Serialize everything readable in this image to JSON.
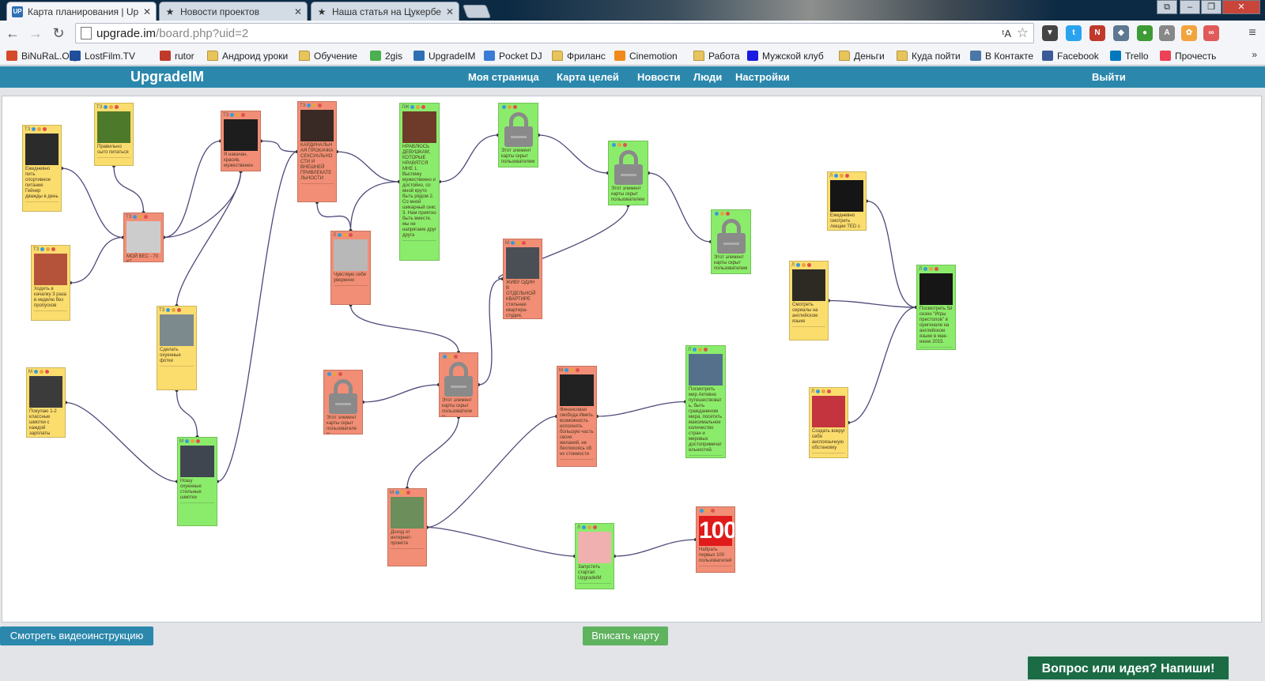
{
  "browser": {
    "tabs": [
      {
        "title": "Карта планирования | Up",
        "active": true,
        "icon": "upgradeim-favicon"
      },
      {
        "title": "Новости проектов",
        "active": false,
        "icon": "star-icon"
      },
      {
        "title": "Наша статья на Цукербе",
        "active": false,
        "icon": "star-icon"
      }
    ],
    "url_host": "upgrade.im",
    "url_path": "/board.php?uid=2",
    "translate_label": "ᵗA",
    "bookmarks": [
      {
        "label": "BiNuRaL.Org",
        "icon": "binaural-icon",
        "color": "#d44a2a"
      },
      {
        "label": "LostFilm.TV",
        "icon": "lostfilm-icon",
        "color": "#1e4e9c"
      },
      {
        "label": "rutor",
        "icon": "rutor-icon",
        "color": "#c0392b"
      },
      {
        "label": "Андроид уроки",
        "icon": "folder-icon",
        "color": ""
      },
      {
        "label": "Обучение",
        "icon": "folder-icon",
        "color": ""
      },
      {
        "label": "2gis",
        "icon": "2gis-icon",
        "color": "#4caf50"
      },
      {
        "label": "UpgradeIM",
        "icon": "upgradeim-icon",
        "color": "#2f6fb4"
      },
      {
        "label": "Pocket DJ",
        "icon": "pocketdj-icon",
        "color": "#3b7bd6"
      },
      {
        "label": "Фриланс",
        "icon": "folder-icon",
        "color": ""
      },
      {
        "label": "Cinemotion",
        "icon": "cinemotion-icon",
        "color": "#f08a1c"
      },
      {
        "label": "Работа",
        "icon": "folder-icon",
        "color": ""
      },
      {
        "label": "Мужской клуб",
        "icon": "square-icon",
        "color": "#1a1ae0"
      },
      {
        "label": "Деньги",
        "icon": "folder-icon",
        "color": ""
      },
      {
        "label": "Куда пойти",
        "icon": "folder-icon",
        "color": ""
      },
      {
        "label": "В Контакте",
        "icon": "vk-icon",
        "color": "#4a76a8"
      },
      {
        "label": "Facebook",
        "icon": "facebook-icon",
        "color": "#3b5998"
      },
      {
        "label": "Trello",
        "icon": "trello-icon",
        "color": "#0079bf"
      },
      {
        "label": "Прочесть",
        "icon": "pocket-icon",
        "color": "#ee4056"
      }
    ],
    "more_bookmarks": "»"
  },
  "site": {
    "logo": "UpgradeIM",
    "nav": [
      "Моя страница",
      "Карта целей",
      "Новости",
      "Люди",
      "Настройки"
    ],
    "logout": "Выйти"
  },
  "colors": {
    "yellow": "#fbdd6e",
    "red": "#f28e76",
    "green": "#8bec6b",
    "header": "#2b88ac",
    "link": "#4d4a7a"
  },
  "cards": [
    {
      "id": "c1",
      "color": "y",
      "cat": "ТЗ",
      "img": "#2b2b2b",
      "text": "Ежедневно пить спортивное питание Гейнер дважды в день"
    },
    {
      "id": "c2",
      "color": "y",
      "cat": "ТЗ",
      "img": "#4d7a2a",
      "text": "Правильно сыто питаться"
    },
    {
      "id": "c3",
      "color": "r",
      "cat": "ТЗ",
      "img": "#cccccc",
      "text": "МОЙ ВЕС - 70 КГ"
    },
    {
      "id": "c4",
      "color": "y",
      "cat": "ТЗ",
      "img": "#b5533a",
      "text": "Ходить в качалку 3 раза в неделю без пропусков"
    },
    {
      "id": "c5",
      "color": "r",
      "cat": "ТЗ",
      "img": "#1d1d1d",
      "text": "Я накачан, красив, мужественен"
    },
    {
      "id": "c6",
      "color": "r",
      "cat": "ТЗ",
      "img": "#3a2a25",
      "text": "КАРДИНАЛЬНАЯ ПРОКАЧКА СЕКСУАЛЬНОСТИ И ВНЕШНЕЙ ПРИВЛЕКАТЕЛЬНОСТИ"
    },
    {
      "id": "c7",
      "color": "g",
      "cat": "ЛЖ",
      "img": "#6e3b2a",
      "text": "НРАВЛЮСЬ ДЕВУШКАМ, КОТОРЫЕ НРАВЯТСЯ МНЕ 1. Выгляжу мужественно и достойно, со мной круто быть рядом 2. Со мной шикарный секс 3. Нам приятно быть вместе, мы не напрягаем друг друга"
    },
    {
      "id": "c8",
      "color": "y",
      "cat": "ТЗ",
      "img": "#7c8a8e",
      "text": "Сделать охуенные фотки"
    },
    {
      "id": "c9",
      "color": "r",
      "cat": "Л",
      "img": "#b8b8b8",
      "text": "Чувствую себя уверенно"
    },
    {
      "id": "c10",
      "color": "g",
      "cat": "",
      "img": "",
      "text": "Этот элемент карты скрыт пользователем",
      "locked": true
    },
    {
      "id": "c11",
      "color": "g",
      "cat": "",
      "img": "",
      "text": "Этот элемент карты скрыт пользователем",
      "locked": true
    },
    {
      "id": "c12",
      "color": "g",
      "cat": "",
      "img": "",
      "text": "Этот элемент карты скрыт пользователем",
      "locked": true
    },
    {
      "id": "c13",
      "color": "r",
      "cat": "М",
      "img": "#4a4f55",
      "text": "ЖИВУ ОДИН В ОТДЕЛЬНОЙ КВАРТИРЕ стильная квартира-студия, большая кровать"
    },
    {
      "id": "c14",
      "color": "y",
      "cat": "М",
      "img": "#3b3b3b",
      "text": "Покупаю 1-2 классные шмотки с каждой зарплаты"
    },
    {
      "id": "c15",
      "color": "g",
      "cat": "М",
      "img": "#3f4650",
      "text": "Ношу охуенные стильные шмотки"
    },
    {
      "id": "c16",
      "color": "r",
      "cat": "",
      "img": "",
      "text": "Этот элемент карты скрыт пользователем",
      "locked": true
    },
    {
      "id": "c17",
      "color": "r",
      "cat": "",
      "img": "",
      "text": "Этот элемент карты скрыт пользователем",
      "locked": true
    },
    {
      "id": "c18",
      "color": "r",
      "cat": "М",
      "img": "#222222",
      "text": "Финансовая свобода Иметь возможность исполнять большую часть своих желаний, не беспокоясь об их стоимости"
    },
    {
      "id": "c19",
      "color": "g",
      "cat": "Л",
      "img": "#55708a",
      "text": "Посмотреть мир Активно путешествовать, быть гражданином мира, посетить максимальное количество стран и мировых достопримечательностей."
    },
    {
      "id": "c20",
      "color": "r",
      "cat": "М",
      "img": "#6b8e5a",
      "text": "Доход от интернет-проекта"
    },
    {
      "id": "c21",
      "color": "g",
      "cat": "Л",
      "img": "#f0b0b0",
      "text": "Запустить стартап UpgradeIM"
    },
    {
      "id": "c22",
      "color": "r",
      "cat": "",
      "img": "",
      "text": "Набрать первых 100 пользователей",
      "hundred": "100"
    },
    {
      "id": "c23",
      "color": "y",
      "cat": "Л",
      "img": "#151515",
      "text": "Ежедневно смотреть лекции TED с субтитрами"
    },
    {
      "id": "c24",
      "color": "y",
      "cat": "Л",
      "img": "#2d2a24",
      "text": "Смотреть сериалы на английском языке"
    },
    {
      "id": "c25",
      "color": "g",
      "cat": "Л",
      "img": "#161616",
      "text": "Посмотреть 5й сезон \"Игры престолов\" в оригинале на английском языке в мае-июне 2015."
    },
    {
      "id": "c26",
      "color": "y",
      "cat": "Л",
      "img": "#c4343f",
      "text": "Создать вокруг себя англоязычную обстановку"
    }
  ],
  "buttons": {
    "video": "Смотреть видеоинструкцию",
    "fit": "Вписать карту",
    "feedback": "Вопрос или идея? Напиши!"
  }
}
